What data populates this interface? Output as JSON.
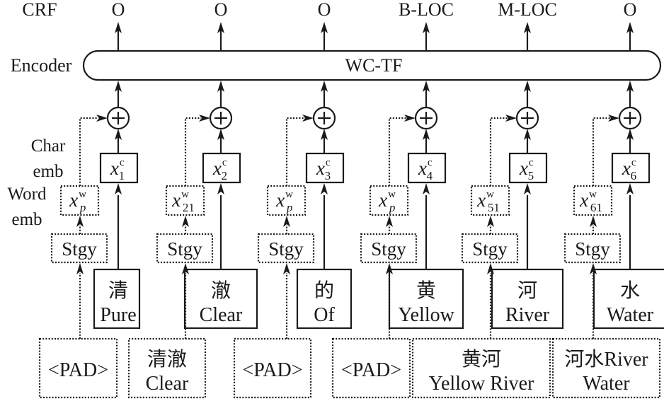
{
  "figure": {
    "row_labels": {
      "crf": "CRF",
      "encoder": "Encoder",
      "char_emb": [
        "Char",
        "emb"
      ],
      "word_emb": [
        "Word",
        "emb"
      ]
    },
    "encoder_label": "WC-TF",
    "strategy_label": "Stgy",
    "columns": [
      {
        "crf_tag": "O",
        "char_emb": {
          "base": "x",
          "sup": "c",
          "sub": "1"
        },
        "word_emb": {
          "base": "x",
          "sup": "w",
          "sub": "p",
          "sub_italic": true
        },
        "char_zh": "清",
        "char_en": "Pure"
      },
      {
        "crf_tag": "O",
        "char_emb": {
          "base": "x",
          "sup": "c",
          "sub": "2"
        },
        "word_emb": {
          "base": "x",
          "sup": "w",
          "sub": "21",
          "sub_italic": false
        },
        "char_zh": "澈",
        "char_en": "Clear"
      },
      {
        "crf_tag": "O",
        "char_emb": {
          "base": "x",
          "sup": "c",
          "sub": "3"
        },
        "word_emb": {
          "base": "x",
          "sup": "w",
          "sub": "p",
          "sub_italic": true
        },
        "char_zh": "的",
        "char_en": "Of"
      },
      {
        "crf_tag": "B-LOC",
        "char_emb": {
          "base": "x",
          "sup": "c",
          "sub": "4"
        },
        "word_emb": {
          "base": "x",
          "sup": "w",
          "sub": "p",
          "sub_italic": true
        },
        "char_zh": "黄",
        "char_en": "Yellow"
      },
      {
        "crf_tag": "M-LOC",
        "char_emb": {
          "base": "x",
          "sup": "c",
          "sub": "5"
        },
        "word_emb": {
          "base": "x",
          "sup": "w",
          "sub": "51",
          "sub_italic": false
        },
        "char_zh": "河",
        "char_en": "River"
      },
      {
        "crf_tag": "O",
        "char_emb": {
          "base": "x",
          "sup": "c",
          "sub": "6"
        },
        "word_emb": {
          "base": "x",
          "sup": "w",
          "sub": "61",
          "sub_italic": false
        },
        "char_zh": "水",
        "char_en": "Water"
      }
    ],
    "word_boxes": [
      {
        "lines": [
          "<PAD>"
        ]
      },
      {
        "lines": [
          "清澈",
          "Clear"
        ]
      },
      {
        "lines": [
          "<PAD>"
        ]
      },
      {
        "lines": [
          "<PAD>"
        ]
      },
      {
        "lines": [
          "黄河",
          "Yellow River"
        ]
      },
      {
        "lines": [
          "河水River",
          "Water"
        ]
      }
    ]
  }
}
